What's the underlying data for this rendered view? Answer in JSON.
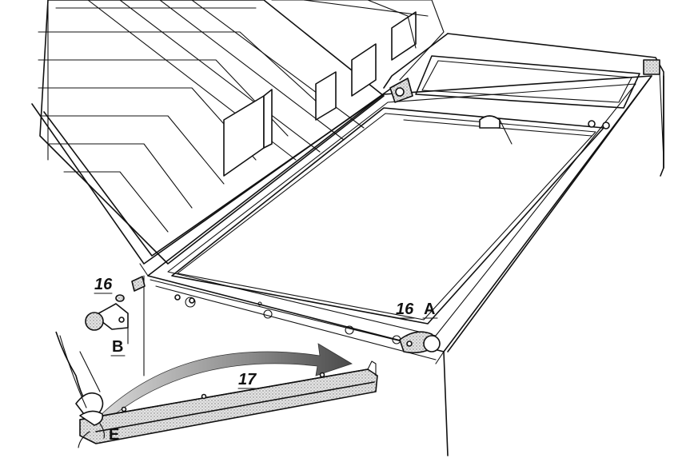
{
  "figure": {
    "callouts": {
      "part_16_left": "16",
      "part_16_right": "16",
      "part_17": "17",
      "detail_a": "A",
      "detail_b": "B",
      "detail_e": "E"
    }
  },
  "colors": {
    "ink": "#111111",
    "paper": "#ffffff",
    "stipple_dark": "#7a7a7a",
    "stipple_light": "#c8c8c8"
  },
  "icons": {
    "hinge_a": "hinge-pin-icon",
    "hinge_b": "hinge-pin-icon",
    "motion_arrow": "curved-arrow-icon",
    "hand": "hand-icon"
  }
}
